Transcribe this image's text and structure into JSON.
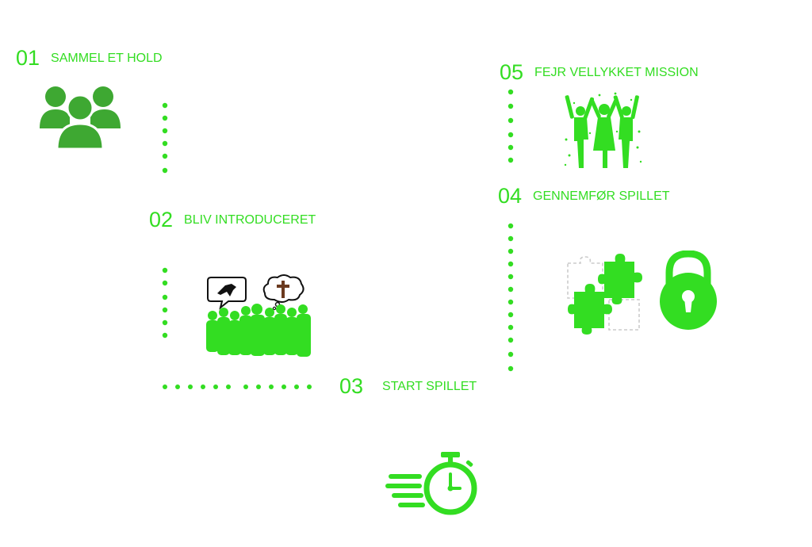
{
  "colors": {
    "accent": "#33dd22",
    "people_group": "#3ea832",
    "cross": "#6b3a1f"
  },
  "steps": [
    {
      "number": "01",
      "label": "SAMMEL ET HOLD",
      "icon": "team-icon"
    },
    {
      "number": "02",
      "label": "BLIV INTRODUCERET",
      "icon": "crowd-speech-icon"
    },
    {
      "number": "03",
      "label": "START SPILLET",
      "icon": "stopwatch-icon"
    },
    {
      "number": "04",
      "label": "GENNEMFØR SPILLET",
      "icon": "puzzle-lock-icon"
    },
    {
      "number": "05",
      "label": "FEJR VELLYKKET MISSION",
      "icon": "celebration-icon"
    }
  ]
}
